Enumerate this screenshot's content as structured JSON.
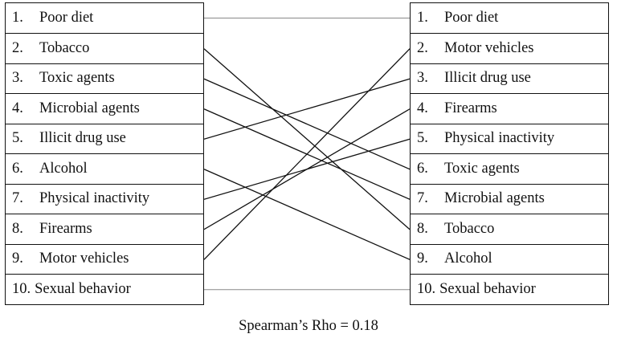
{
  "left": [
    {
      "num": "1.",
      "label": "Poor diet"
    },
    {
      "num": "2.",
      "label": "Tobacco"
    },
    {
      "num": "3.",
      "label": "Toxic agents"
    },
    {
      "num": "4.",
      "label": "Microbial agents"
    },
    {
      "num": "5.",
      "label": "Illicit drug use"
    },
    {
      "num": "6.",
      "label": "Alcohol"
    },
    {
      "num": "7.",
      "label": "Physical inactivity"
    },
    {
      "num": "8.",
      "label": "Firearms"
    },
    {
      "num": "9.",
      "label": "Motor vehicles"
    },
    {
      "num": "10.",
      "label": "Sexual behavior"
    }
  ],
  "right": [
    {
      "num": "1.",
      "label": "Poor diet"
    },
    {
      "num": "2.",
      "label": "Motor vehicles"
    },
    {
      "num": "3.",
      "label": "Illicit drug use"
    },
    {
      "num": "4.",
      "label": "Firearms"
    },
    {
      "num": "5.",
      "label": "Physical inactivity"
    },
    {
      "num": "6.",
      "label": "Toxic agents"
    },
    {
      "num": "7.",
      "label": "Microbial agents"
    },
    {
      "num": "8.",
      "label": "Tobacco"
    },
    {
      "num": "9.",
      "label": "Alcohol"
    },
    {
      "num": "10.",
      "label": "Sexual behavior"
    }
  ],
  "links": [
    [
      1,
      1
    ],
    [
      2,
      8
    ],
    [
      3,
      6
    ],
    [
      4,
      7
    ],
    [
      5,
      3
    ],
    [
      6,
      9
    ],
    [
      7,
      5
    ],
    [
      8,
      4
    ],
    [
      9,
      2
    ],
    [
      10,
      10
    ]
  ],
  "footer": "Spearman’s Rho = 0.18"
}
